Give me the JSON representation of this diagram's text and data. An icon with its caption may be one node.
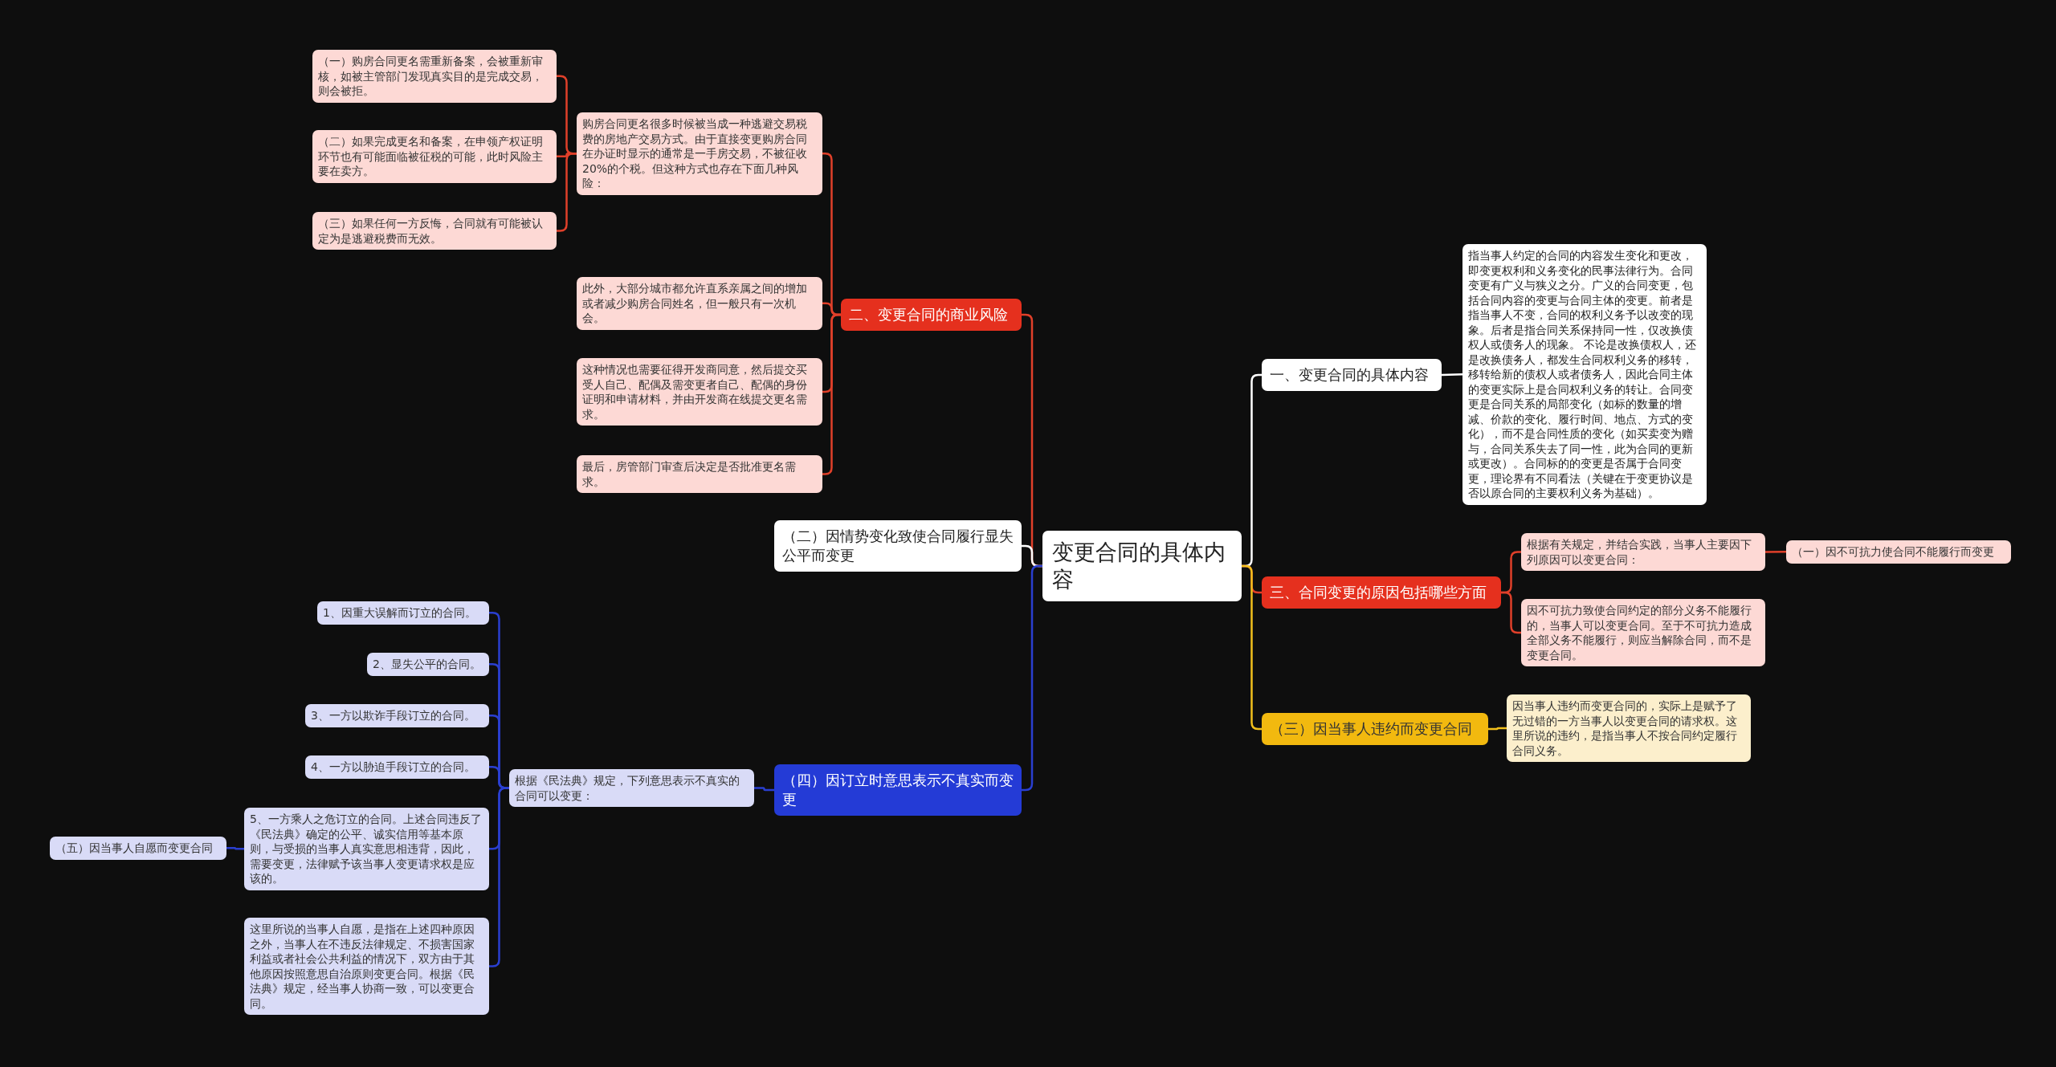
{
  "diagram": {
    "nodes": [
      {
        "text": [
          "变更合同的具体内容"
        ]
      },
      {
        "text": [
          "一、变更合同的具体内容"
        ]
      },
      {
        "text": [
          "指当事人约定的合同的内容发生变化和更改，即变更权利和义务变化的民事法律行为。合同变更有广义与狭义之分。广义的合同变更，包括合同内容的变更与合同主体的变更。前者是指当事人不变，合同的权利义务予以改变的现象。后者是指合同关系保持同一性，仅改换债权人或债务人的现象。 不论是改换债权人，还是改换债务人，都发生合同权利义务的移转，移转给新的债权人或者债务人，因此合同主体的变更实际上是合同权利义务的转让。合同变更是合同关系的局部变化（如标的数量的增减、价款的变化、履行时间、地点、方式的变化），而不是合同性质的变化（如买卖变为赠与，合同关系失去了同一性，此为合同的更新或更改）。合同标的的变更是否属于合同变更，理论界有不同看法（关键在于变更协议是否以原合同的主要权利义务为基础）。"
        ]
      },
      {
        "text": [
          "三、合同变更的原因包括哪些方面"
        ]
      },
      {
        "text": [
          "根据有关规定，并结合实践，当事人主要因下列原因可以变更合同："
        ]
      },
      {
        "text": [
          "（一）因不可抗力使合同不能履行而变更"
        ]
      },
      {
        "text": [
          "因不可抗力致使合同约定的部分义务不能履行的，当事人可以变更合同。至于不可抗力造成全部义务不能履行，则应当解除合同，而不是变更合同。"
        ]
      },
      {
        "text": [
          "（三）因当事人违约而变更合同"
        ]
      },
      {
        "text": [
          "因当事人违约而变更合同的，实际上是赋予了无过错的一方当事人以变更合同的请求权。这里所说的违约，是指当事人不按合同约定履行合同义务。"
        ]
      },
      {
        "text": [
          "二、变更合同的商业风险"
        ]
      },
      {
        "text": [
          "购房合同更名很多时候被当成一种逃避交易税费的房地产交易方式。由于直接变更购房合同在办证时显示的通常是一手房交易，不被征收20%的个税。但这种方式也存在下面几种风险："
        ]
      },
      {
        "text": [
          "（一）购房合同更名需重新备案，会被重新审核，如被主管部门发现真实目的是完成交易，则会被拒。"
        ]
      },
      {
        "text": [
          "（二）如果完成更名和备案，在申领产权证明环节也有可能面临被征税的可能，此时风险主要在卖方。"
        ]
      },
      {
        "text": [
          "（三）如果任何一方反悔，合同就有可能被认定为是逃避税费而无效。"
        ]
      },
      {
        "text": [
          "此外，大部分城市都允许直系亲属之间的增加或者减少购房合同姓名，但一般只有一次机会。"
        ]
      },
      {
        "text": [
          "这种情况也需要征得开发商同意，然后提交买受人自己、配偶及需变更者自己、配偶的身份证明和申请材料，并由开发商在线提交更名需求。"
        ]
      },
      {
        "text": [
          "最后，房管部门审查后决定是否批准更名需求。"
        ]
      },
      {
        "text": [
          "（二）因情势变化致使合同履行显失公平而变更"
        ]
      },
      {
        "text": [
          "（四）因订立时意思表示不真实而变更"
        ]
      },
      {
        "text": [
          "根据《民法典》规定，下列意思表示不真实的合同可以变更："
        ]
      },
      {
        "text": [
          "1、因重大误解而订立的合同。"
        ]
      },
      {
        "text": [
          "2、显失公平的合同。"
        ]
      },
      {
        "text": [
          "3、一方以欺诈手段订立的合同。"
        ]
      },
      {
        "text": [
          "4、一方以胁迫手段订立的合同。"
        ]
      },
      {
        "text": [
          "5、一方乘人之危订立的合同。上述合同违反了《民法典》确定的公平、诚实信用等基本原则，与受损的当事人真实意思相违背，因此，需要变更，法律赋予该当事人变更请求权是应该的。"
        ]
      },
      {
        "text": [
          "（五）因当事人自愿而变更合同"
        ]
      },
      {
        "text": [
          "这里所说的当事人自愿，是指在上述四种原因之外，当事人在不违反法律规定、不损害国家利益或者社会公共利益的情况下，双方由于其他原因按照意思自治原则变更合同。根据《民法典》规定，经当事人协商一致，可以变更合同。"
        ]
      }
    ],
    "edges": [
      {
        "from": 0,
        "to": 1,
        "arrow": "none",
        "color": "#ffffff"
      },
      {
        "from": 1,
        "to": 2,
        "arrow": "none",
        "color": "#ffffff"
      },
      {
        "from": 0,
        "to": 3,
        "arrow": "none"
      },
      {
        "from": 3,
        "to": 4,
        "arrow": "none"
      },
      {
        "from": 4,
        "to": 5,
        "arrow": "none"
      },
      {
        "from": 3,
        "to": 6,
        "arrow": "none"
      },
      {
        "from": 0,
        "to": 7,
        "arrow": "none",
        "color": "#f2c01c"
      },
      {
        "from": 7,
        "to": 8,
        "arrow": "none",
        "color": "#f2c01c"
      },
      {
        "from": 0,
        "to": 9,
        "arrow": "none"
      },
      {
        "from": 9,
        "to": 10,
        "arrow": "none"
      },
      {
        "from": 10,
        "to": 11,
        "arrow": "none"
      },
      {
        "from": 10,
        "to": 12,
        "arrow": "none"
      },
      {
        "from": 10,
        "to": 13,
        "arrow": "none"
      },
      {
        "from": 9,
        "to": 14,
        "arrow": "none"
      },
      {
        "from": 9,
        "to": 15,
        "arrow": "none"
      },
      {
        "from": 9,
        "to": 16,
        "arrow": "none"
      },
      {
        "from": 0,
        "to": 17,
        "arrow": "none",
        "color": "#ffffff"
      },
      {
        "from": 0,
        "to": 18,
        "arrow": "none",
        "color": "#2a3fd0"
      },
      {
        "from": 18,
        "to": 19,
        "arrow": "none",
        "color": "#2a3fd0"
      },
      {
        "from": 19,
        "to": 20,
        "arrow": "none",
        "color": "#2a3fd0"
      },
      {
        "from": 19,
        "to": 21,
        "arrow": "none",
        "color": "#2a3fd0"
      },
      {
        "from": 19,
        "to": 22,
        "arrow": "none",
        "color": "#2a3fd0"
      },
      {
        "from": 19,
        "to": 23,
        "arrow": "none",
        "color": "#2a3fd0"
      },
      {
        "from": 19,
        "to": 24,
        "arrow": "none",
        "color": "#2a3fd0"
      },
      {
        "from": 24,
        "to": 25,
        "arrow": "none",
        "color": "#2a3fd0"
      },
      {
        "from": 19,
        "to": 26,
        "arrow": "none",
        "color": "#2a3fd0"
      }
    ]
  }
}
